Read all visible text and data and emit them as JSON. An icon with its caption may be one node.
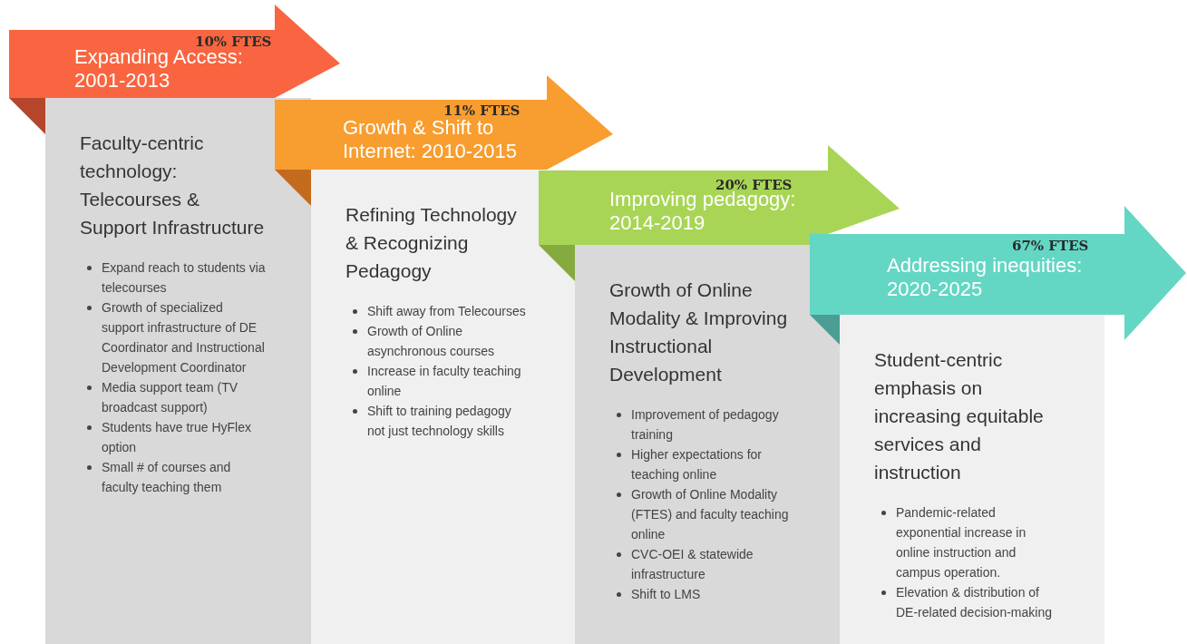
{
  "diagram": {
    "nodes": [
      {
        "text": [
          "10% FTES",
          "Expanding Access: 2001-2013"
        ]
      },
      {
        "text": [
          "Faculty-centric technology: Telecourses & Support Infrastructure",
          "Expand reach to students via telecourses",
          "Growth of specialized support infrastructure of DE Coordinator and Instructional Development Coordinator",
          "Media support team (TV broadcast support)",
          "Students have true HyFlex option",
          "Small # of courses and faculty teaching them"
        ]
      },
      {
        "text": [
          "11% FTES",
          "Growth & Shift to Internet: 2010-2015"
        ]
      },
      {
        "text": [
          "Refining Technology & Recognizing Pedagogy",
          "Shift away from Telecourses",
          "Growth of Online asynchronous courses",
          "Increase in faculty teaching online",
          "Shift to training pedagogy not just technology skills"
        ]
      },
      {
        "text": [
          "20% FTES",
          "Improving pedagogy: 2014-2019"
        ]
      },
      {
        "text": [
          "Growth of Online Modality & Improving Instructional Development",
          "Improvement of pedagogy training",
          "Higher expectations for teaching online",
          "Growth of Online Modality (FTES) and faculty teaching online",
          "CVC-OEI & statewide infrastructure",
          "Shift to LMS"
        ]
      },
      {
        "text": [
          "67% FTES",
          "Addressing inequities: 2020-2025"
        ]
      },
      {
        "text": [
          "Student-centric emphasis on increasing equitable services and instruction",
          "Pandemic-related exponential increase in online instruction and campus operation.",
          "Elevation & distribution of DE-related decision-making"
        ]
      }
    ]
  }
}
